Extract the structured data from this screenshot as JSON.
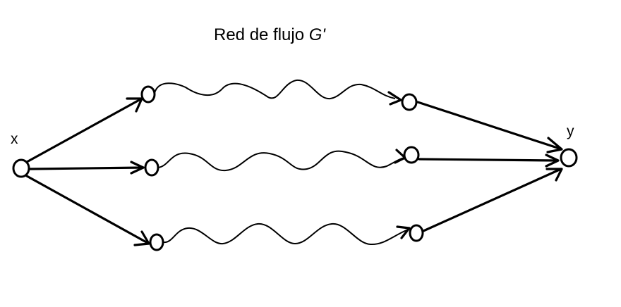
{
  "title": {
    "text": "Red de flujo ",
    "graph_name": "G'"
  },
  "source_label": "x",
  "sink_label": "y",
  "paths": [
    {
      "id": "top"
    },
    {
      "id": "middle"
    },
    {
      "id": "bottom"
    }
  ],
  "stroke_color": "#000000",
  "background_color": "#ffffff"
}
